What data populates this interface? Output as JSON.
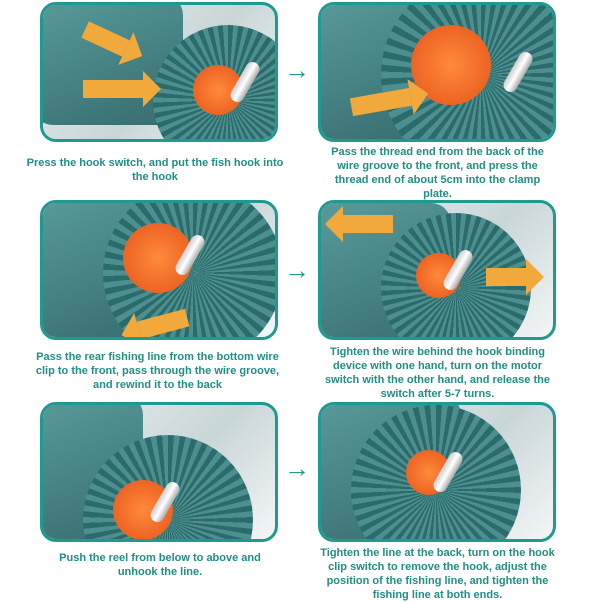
{
  "steps": [
    {
      "caption": "Press the hook switch, and put the fish hook into the hook"
    },
    {
      "caption": "Pass the thread end from the back of the wire groove to the front, and press the thread end of about 5cm into the clamp plate."
    },
    {
      "caption": "Pass the rear fishing line from the bottom wire clip to the front, pass through the wire groove, and rewind it to the back"
    },
    {
      "caption": "Tighten the wire behind the hook binding device with one hand, turn on the motor switch with the other hand, and release the switch after 5-7 turns."
    },
    {
      "caption": "Push the reel from below to above and unhook the line."
    },
    {
      "caption": "Tighten the line at the back, turn on the hook clip switch to remove the hook, adjust the position of the fishing line, and tighten the fishing line at both ends."
    }
  ],
  "arrow_icon": "→",
  "colors": {
    "accent": "#1f9a8e",
    "arrow": "#f2a93b",
    "disc": "#e6531a"
  }
}
